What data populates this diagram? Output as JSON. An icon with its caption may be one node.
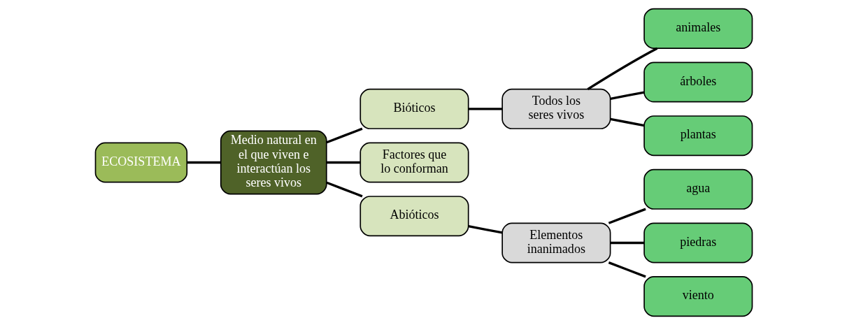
{
  "diagram": {
    "nodes": [
      {
        "text": [
          "ECOSISTEMA"
        ]
      },
      {
        "text": [
          "Medio natural en el que viven e interactúan los seres vivos"
        ]
      },
      {
        "text": [
          "Bióticos"
        ]
      },
      {
        "text": [
          "Factores que lo conforman"
        ]
      },
      {
        "text": [
          "Abióticos"
        ]
      },
      {
        "text": [
          "Todos los seres vivos"
        ]
      },
      {
        "text": [
          "Elementos inanimados"
        ]
      },
      {
        "text": [
          "animales"
        ]
      },
      {
        "text": [
          "árboles"
        ]
      },
      {
        "text": [
          "plantas"
        ]
      },
      {
        "text": [
          "agua"
        ]
      },
      {
        "text": [
          "piedras"
        ]
      },
      {
        "text": [
          "viento"
        ]
      }
    ],
    "edges": [
      {
        "from": 0,
        "to": 1,
        "arrow": "none"
      },
      {
        "from": 1,
        "to": 2,
        "arrow": "none"
      },
      {
        "from": 1,
        "to": 3,
        "arrow": "none"
      },
      {
        "from": 1,
        "to": 4,
        "arrow": "none"
      },
      {
        "from": 2,
        "to": 5,
        "arrow": "none"
      },
      {
        "from": 4,
        "to": 6,
        "arrow": "none"
      },
      {
        "from": 5,
        "to": 7,
        "arrow": "none"
      },
      {
        "from": 5,
        "to": 8,
        "arrow": "none"
      },
      {
        "from": 5,
        "to": 9,
        "arrow": "none"
      },
      {
        "from": 6,
        "to": 10,
        "arrow": "none"
      },
      {
        "from": 6,
        "to": 11,
        "arrow": "none"
      },
      {
        "from": 6,
        "to": 12,
        "arrow": "none"
      }
    ]
  }
}
